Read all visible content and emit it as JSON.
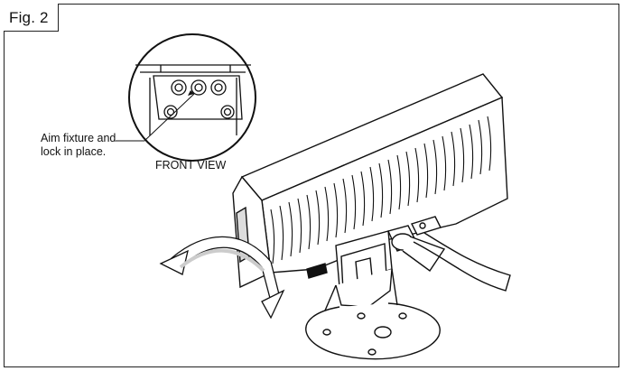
{
  "figure": {
    "label": "Fig. 2",
    "callouts": {
      "aim_line1": "Aim fixture and",
      "aim_line2": "lock in place.",
      "front_view": "FRONT VIEW"
    }
  }
}
